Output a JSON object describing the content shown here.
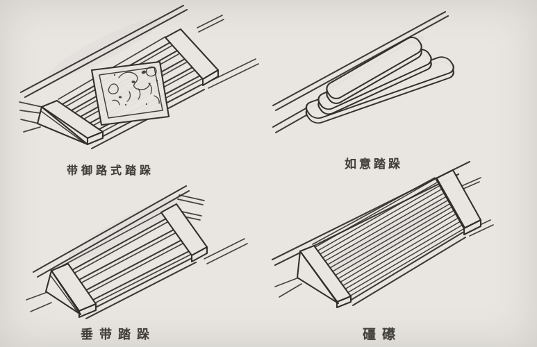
{
  "page": {
    "kind": "scanned-line-drawing-plate",
    "colors": {
      "paper": "#e9e6e2",
      "ink": "#2e2c29",
      "caption": "#413f3b"
    }
  },
  "figures": [
    {
      "id": "yulu",
      "label": "带御路式踏跺"
    },
    {
      "id": "ruyi",
      "label": "如意踏跺"
    },
    {
      "id": "chuidai",
      "label": "垂带踏跺"
    },
    {
      "id": "jiangca",
      "label": "礓礤"
    }
  ]
}
